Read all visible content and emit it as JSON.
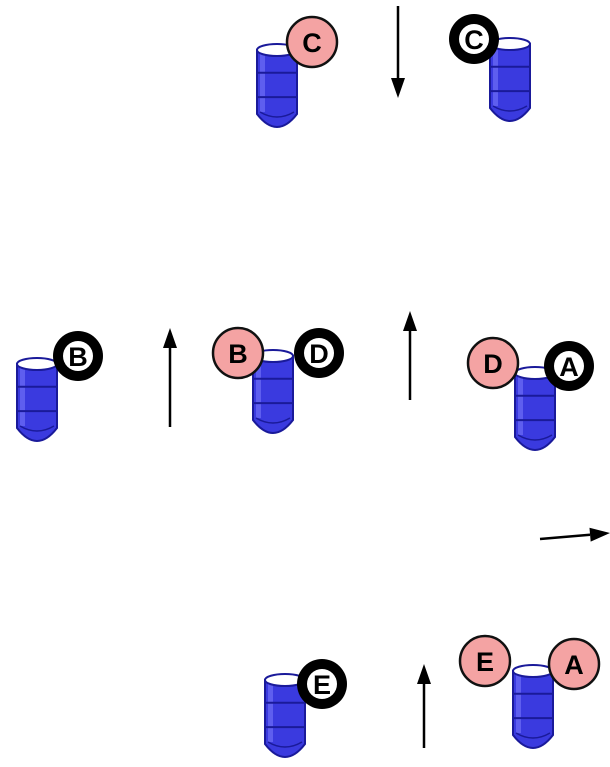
{
  "colors": {
    "tube_fill": "#3a3adf",
    "tube_dark": "#1a1a9a",
    "tube_light": "#6d6df5",
    "pink_marker": "#f4a3a3",
    "black_marker": "#000000",
    "arrow": "#000000",
    "background": "#ffffff"
  },
  "tubes": [
    {
      "id": "tube-top-left"
    },
    {
      "id": "tube-top-right"
    },
    {
      "id": "tube-mid-left"
    },
    {
      "id": "tube-mid-center"
    },
    {
      "id": "tube-mid-right"
    },
    {
      "id": "tube-bottom-left"
    },
    {
      "id": "tube-bottom-right"
    }
  ],
  "markers": [
    {
      "label": "C",
      "style": "pink"
    },
    {
      "label": "C",
      "style": "black"
    },
    {
      "label": "B",
      "style": "black"
    },
    {
      "label": "B",
      "style": "pink"
    },
    {
      "label": "D",
      "style": "black"
    },
    {
      "label": "D",
      "style": "pink"
    },
    {
      "label": "A",
      "style": "black"
    },
    {
      "label": "E",
      "style": "black"
    },
    {
      "label": "E",
      "style": "pink"
    },
    {
      "label": "A",
      "style": "pink"
    }
  ],
  "arrows": [
    {
      "direction": "down"
    },
    {
      "direction": "up"
    },
    {
      "direction": "up"
    },
    {
      "direction": "right"
    },
    {
      "direction": "up"
    }
  ]
}
